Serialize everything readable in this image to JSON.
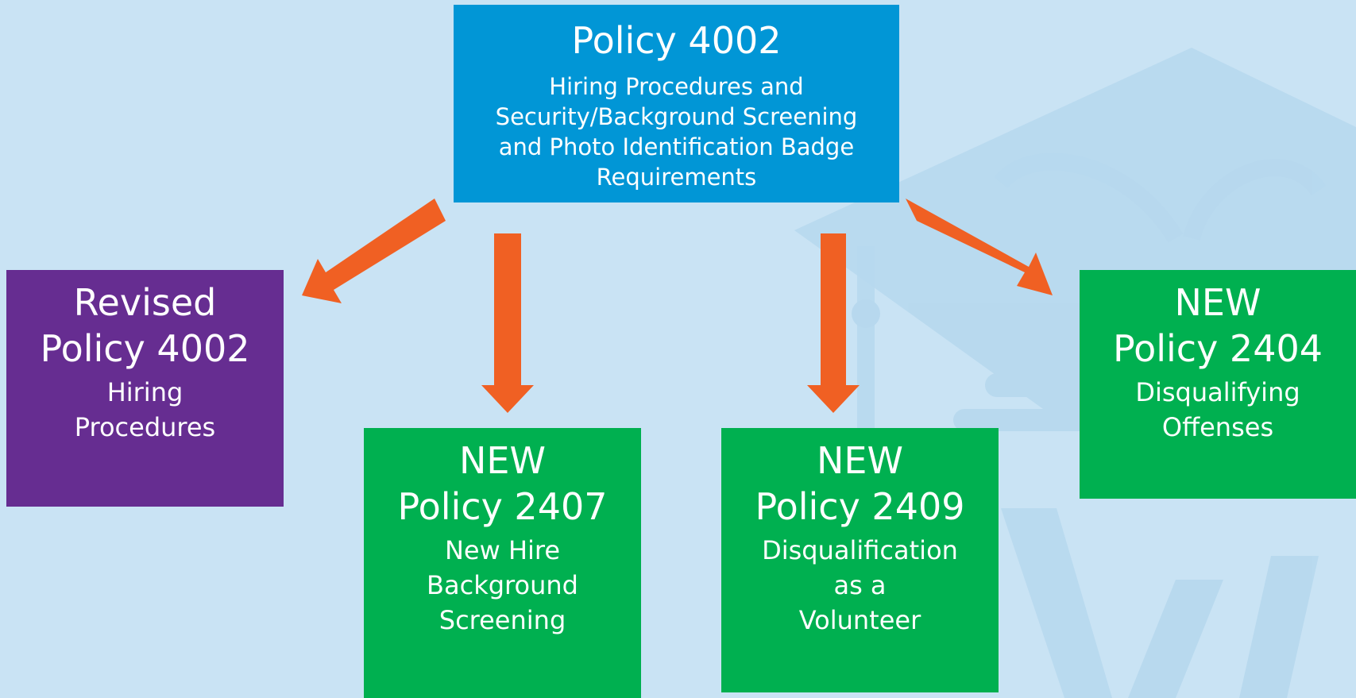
{
  "colors": {
    "background": "#c9e3f4",
    "top_box": "#0196d6",
    "revised_box": "#662d91",
    "new_box": "#00b050",
    "arrow": "#f06023"
  },
  "top": {
    "title": "Policy 4002",
    "description": "Hiring Procedures and\nSecurity/Background Screening\nand Photo Identification Badge\nRequirements"
  },
  "boxes": {
    "revised": {
      "line1": "Revised",
      "line2": "Policy 4002",
      "description": "Hiring\nProcedures"
    },
    "p2407": {
      "line1": "NEW",
      "line2": "Policy 2407",
      "description": "New Hire\nBackground\nScreening"
    },
    "p2409": {
      "line1": "NEW",
      "line2": "Policy 2409",
      "description": "Disqualification\nas a\nVolunteer"
    },
    "p2404": {
      "line1": "NEW",
      "line2": "Policy 2404",
      "description": "Disqualifying\nOffenses"
    }
  }
}
